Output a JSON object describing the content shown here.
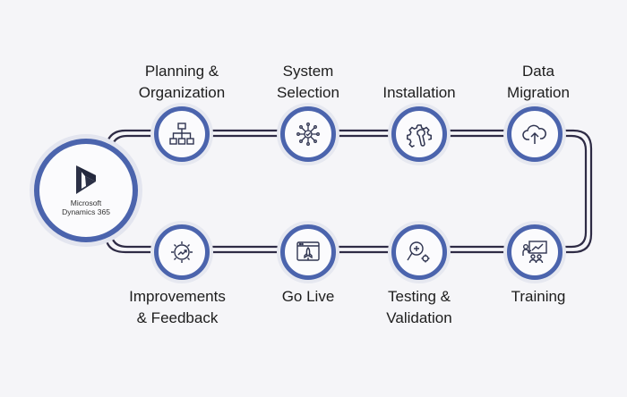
{
  "hub": {
    "logo_icon": "dynamics-365-logo",
    "line1": "Microsoft",
    "line2": "Dynamics 365"
  },
  "steps": [
    {
      "label": "Planning &\nOrganization",
      "icon": "org-chart-icon"
    },
    {
      "label": "System\nSelection",
      "icon": "circuit-selection-icon"
    },
    {
      "label": "Installation",
      "icon": "gear-wrench-icon"
    },
    {
      "label": "Data\nMigration",
      "icon": "cloud-upload-icon"
    },
    {
      "label": "Training",
      "icon": "presentation-icon"
    },
    {
      "label": "Testing &\nValidation",
      "icon": "magnifier-gear-icon"
    },
    {
      "label": "Go Live",
      "icon": "rocket-browser-icon"
    },
    {
      "label": "Improvements\n& Feedback",
      "icon": "gear-growth-icon"
    }
  ],
  "colors": {
    "accent": "#4b64ad",
    "track": "#2e2b45",
    "icon": "#2f3450",
    "background": "#f5f5f8"
  }
}
